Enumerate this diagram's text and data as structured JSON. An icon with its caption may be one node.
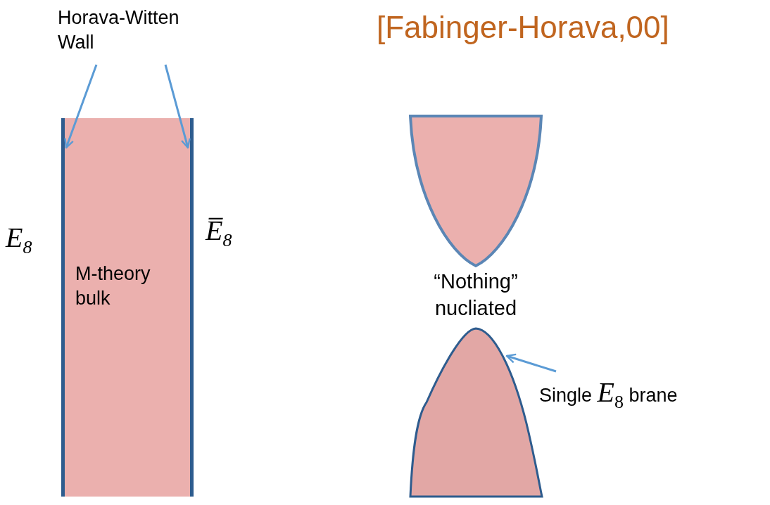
{
  "diagram": {
    "title": "[Fabinger-Horava,00]",
    "nodes": [
      {
        "text": [
          "Horava-Witten Wall"
        ]
      },
      {
        "text": [],
        "shape": "bar"
      },
      {
        "text": [],
        "shape": "bar"
      },
      {
        "text": [
          "M-theory bulk"
        ]
      },
      {
        "text": [],
        "shape": "cup"
      },
      {
        "text": [],
        "shape": "dome"
      },
      {
        "text": [
          "Single *E*$_{8}$ brane"
        ]
      }
    ],
    "edges": [
      {
        "from": 0,
        "to": 1,
        "arrow": "to"
      },
      {
        "from": 0,
        "to": 2,
        "arrow": "to"
      },
      {
        "from": 6,
        "to": 5,
        "arrow": "to"
      }
    ],
    "labels": [
      "E$_{8}$",
      "E̅$_{8}$",
      "“Nothing” nucliated"
    ]
  }
}
